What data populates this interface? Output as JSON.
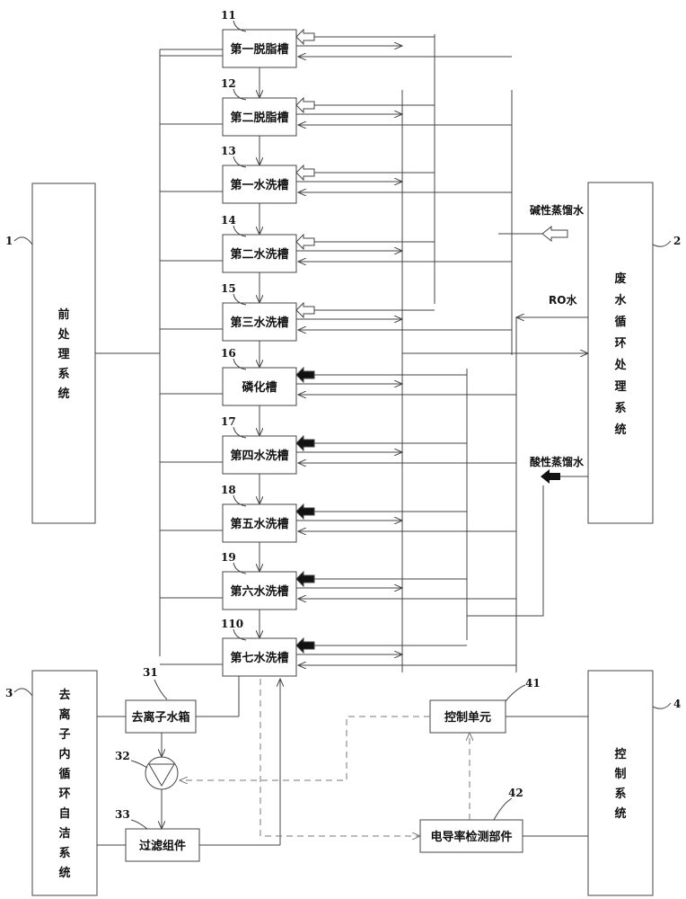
{
  "systems": {
    "pretreatment": {
      "ref": "1",
      "label": "前处理系统"
    },
    "wastewater": {
      "ref": "2",
      "label": "废水循环处理系统"
    },
    "deion": {
      "ref": "3",
      "label": "去离子内循环自洁系统"
    },
    "control": {
      "ref": "4",
      "label": "控制系统"
    }
  },
  "tanks": [
    {
      "ref": "11",
      "label": "第一脱脂槽"
    },
    {
      "ref": "12",
      "label": "第二脱脂槽"
    },
    {
      "ref": "13",
      "label": "第一水洗槽"
    },
    {
      "ref": "14",
      "label": "第二水洗槽"
    },
    {
      "ref": "15",
      "label": "第三水洗槽"
    },
    {
      "ref": "16",
      "label": "磷化槽"
    },
    {
      "ref": "17",
      "label": "第四水洗槽"
    },
    {
      "ref": "18",
      "label": "第五水洗槽"
    },
    {
      "ref": "19",
      "label": "第六水洗槽"
    },
    {
      "ref": "110",
      "label": "第七水洗槽"
    }
  ],
  "components": {
    "water_tank": {
      "ref": "31",
      "label": "去离子水箱"
    },
    "pump": {
      "ref": "32",
      "label": ""
    },
    "filter": {
      "ref": "33",
      "label": "过滤组件"
    },
    "control_unit": {
      "ref": "41",
      "label": "控制单元"
    },
    "conductivity": {
      "ref": "42",
      "label": "电导率检测部件"
    }
  },
  "annotations": {
    "alkaline": "碱性蒸馏水",
    "ro": "RO水",
    "acidic": "酸性蒸馏水"
  }
}
